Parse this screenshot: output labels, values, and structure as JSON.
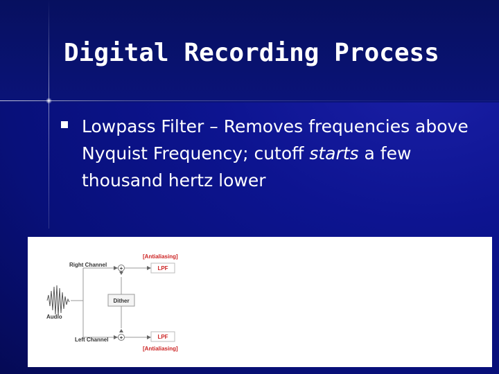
{
  "slide": {
    "title": "Digital Recording Process",
    "bullet": {
      "prefix": "Lowpass Filter – Removes frequencies above Nyquist Frequency; cutoff ",
      "emphasis": "starts",
      "suffix": " a few thousand hertz lower"
    }
  },
  "diagram": {
    "antialiasing_top": "[Antialiasing]",
    "antialiasing_bottom": "[Antialiasing]",
    "right_channel": "Right Channel",
    "left_channel": "Left Channel",
    "audio": "Audio",
    "dither": "Dither",
    "lpf_top": "LPF",
    "lpf_bottom": "LPF",
    "plus_top": "+",
    "plus_bottom": "+"
  },
  "colors": {
    "accent_red": "#cc2222",
    "background": "#0a1380"
  }
}
